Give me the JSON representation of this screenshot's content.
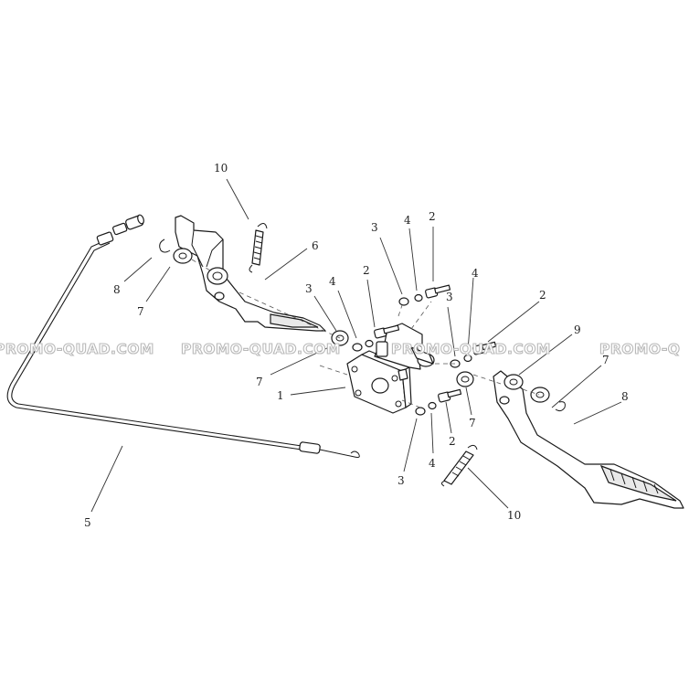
{
  "diagram": {
    "watermark": "PROMO-QUAD.COM",
    "watermark_partial": "PROMO-Q",
    "callouts": {
      "c1": "1",
      "c2a": "2",
      "c2b": "2",
      "c2c": "2",
      "c2d": "2",
      "c3a": "3",
      "c3b": "3",
      "c3c": "3",
      "c3d": "3",
      "c4a": "4",
      "c4b": "4",
      "c4c": "4",
      "c4d": "4",
      "c5": "5",
      "c6": "6",
      "c7a": "7",
      "c7b": "7",
      "c7c": "7",
      "c7d": "7",
      "c8a": "8",
      "c8b": "8",
      "c9": "9",
      "c10a": "10",
      "c10b": "10"
    }
  }
}
